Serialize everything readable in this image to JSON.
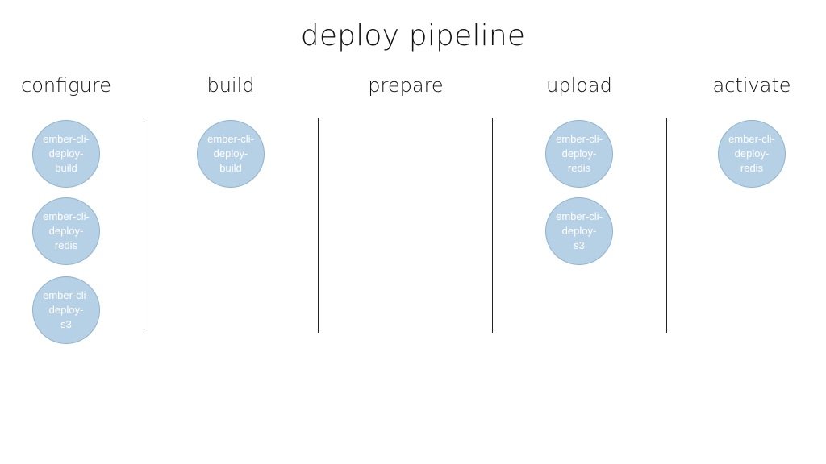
{
  "title": "deploy pipeline",
  "colors": {
    "node_fill": "#b6d1e6",
    "node_border": "#8fb3d0",
    "node_text": "#ffffff",
    "divider": "#222222"
  },
  "stages": [
    {
      "label": "configure",
      "plugins": [
        "ember-cli-\ndeploy-\nbuild",
        "ember-cli-\ndeploy-\nredis",
        "ember-cli-\ndeploy-\ns3"
      ]
    },
    {
      "label": "build",
      "plugins": [
        "ember-cli-\ndeploy-\nbuild"
      ]
    },
    {
      "label": "prepare",
      "plugins": []
    },
    {
      "label": "upload",
      "plugins": [
        "ember-cli-\ndeploy-\nredis",
        "ember-cli-\ndeploy-\ns3"
      ]
    },
    {
      "label": "activate",
      "plugins": [
        "ember-cli-\ndeploy-\nredis"
      ]
    }
  ]
}
